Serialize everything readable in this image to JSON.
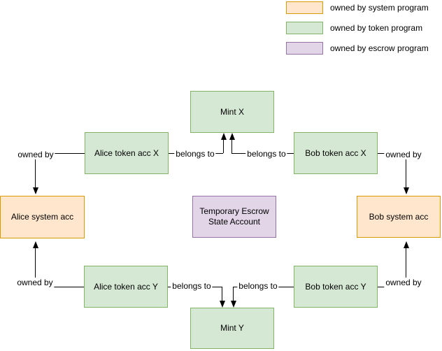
{
  "diagram": {
    "nodes": [
      {
        "id": "mint-x",
        "label": "Mint X",
        "owner": "token"
      },
      {
        "id": "alice-token-acc-x",
        "label": "Alice token acc X",
        "owner": "token"
      },
      {
        "id": "bob-token-acc-x",
        "label": "Bob token acc X",
        "owner": "token"
      },
      {
        "id": "alice-system-acc",
        "label": "Alice system acc",
        "owner": "system"
      },
      {
        "id": "temporary-escrow-state",
        "label": "Temporary Escrow State Account",
        "owner": "escrow"
      },
      {
        "id": "bob-system-acc",
        "label": "Bob system acc",
        "owner": "system"
      },
      {
        "id": "alice-token-acc-y",
        "label": "Alice token acc Y",
        "owner": "token"
      },
      {
        "id": "bob-token-acc-y",
        "label": "Bob token acc Y",
        "owner": "token"
      },
      {
        "id": "mint-y",
        "label": "Mint Y",
        "owner": "token"
      }
    ],
    "edges": [
      {
        "id": "alice-token-x-owned-by",
        "from": "Alice token acc X",
        "to": "Alice system acc",
        "label": "owned by"
      },
      {
        "id": "bob-token-x-owned-by",
        "from": "Bob token acc X",
        "to": "Bob system acc",
        "label": "owned by"
      },
      {
        "id": "alice-token-x-belongs-to",
        "from": "Alice token acc X",
        "to": "Mint X",
        "label": "belongs to"
      },
      {
        "id": "bob-token-x-belongs-to",
        "from": "Bob token acc X",
        "to": "Mint X",
        "label": "belongs to"
      },
      {
        "id": "alice-token-y-owned-by",
        "from": "Alice token acc Y",
        "to": "Alice system acc",
        "label": "owned by"
      },
      {
        "id": "bob-token-y-owned-by",
        "from": "Bob token acc Y",
        "to": "Bob system acc",
        "label": "owned by"
      },
      {
        "id": "alice-token-y-belongs-to",
        "from": "Alice token acc Y",
        "to": "Mint Y",
        "label": "belongs to"
      },
      {
        "id": "bob-token-y-belongs-to",
        "from": "Bob token acc Y",
        "to": "Mint Y",
        "label": "belongs to"
      }
    ]
  },
  "legend": {
    "items": [
      {
        "label": "owned by system program",
        "fill": "#FFE6CC",
        "border": "#D79B00"
      },
      {
        "label": "owned by token program",
        "fill": "#D5E8D4",
        "border": "#82B366"
      },
      {
        "label": "owned by escrow program",
        "fill": "#E1D5E7",
        "border": "#9673A6"
      }
    ]
  },
  "colors": {
    "background": "#FFFFFF",
    "line": "#000000",
    "text": "#000000"
  }
}
